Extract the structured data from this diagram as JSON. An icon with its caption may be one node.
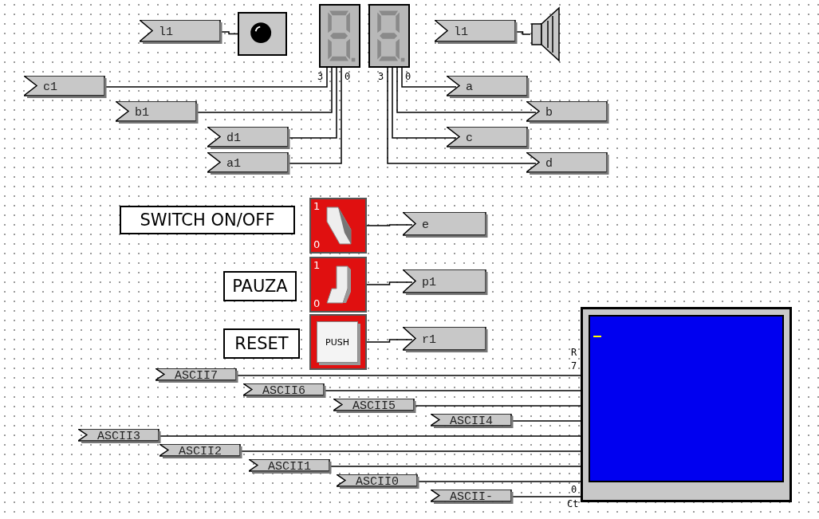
{
  "diagram": {
    "nodes": [
      {
        "text": [
          "l1"
        ]
      },
      {
        "text": [],
        "shape": "circle"
      },
      {
        "text": [],
        "shape": "picture"
      },
      {
        "text": [],
        "shape": "picture"
      },
      {
        "text": [
          "l1"
        ]
      },
      {
        "text": [],
        "shape": "picture"
      },
      {
        "text": [
          "c1"
        ]
      },
      {
        "text": [
          "b1"
        ]
      },
      {
        "text": [
          "d1"
        ]
      },
      {
        "text": [
          "a1"
        ]
      },
      {
        "text": [
          "a"
        ]
      },
      {
        "text": [
          "b"
        ]
      },
      {
        "text": [
          "c"
        ]
      },
      {
        "text": [
          "d"
        ]
      },
      {
        "text": [
          "SWITCH ON/OFF"
        ]
      },
      {
        "text": [
          "1",
          "0"
        ]
      },
      {
        "text": [
          "e"
        ]
      },
      {
        "text": [
          "PAUZA"
        ]
      },
      {
        "text": [
          "1",
          "0"
        ]
      },
      {
        "text": [
          "p1"
        ]
      },
      {
        "text": [
          "RESET"
        ]
      },
      {
        "text": [
          "PUSH"
        ]
      },
      {
        "text": [
          "r1"
        ]
      },
      {
        "text": [
          "ASCII7"
        ]
      },
      {
        "text": [
          "ASCII6"
        ]
      },
      {
        "text": [
          "ASCII5"
        ]
      },
      {
        "text": [
          "ASCII4"
        ]
      },
      {
        "text": [
          "ASCII3"
        ]
      },
      {
        "text": [
          "ASCII2"
        ]
      },
      {
        "text": [
          "ASCII1"
        ]
      },
      {
        "text": [
          "ASCII0"
        ]
      },
      {
        "text": [
          "ASCII-"
        ]
      },
      {
        "text": [],
        "shape": "picture"
      }
    ],
    "edges": [
      {
        "from": 0,
        "to": 1,
        "arrow": "none"
      },
      {
        "from": 4,
        "to": 5,
        "arrow": "none"
      },
      {
        "from": 6,
        "to": 2,
        "arrow": "none"
      },
      {
        "from": 7,
        "to": 2,
        "arrow": "none"
      },
      {
        "from": 8,
        "to": 2,
        "arrow": "none"
      },
      {
        "from": 9,
        "to": 2,
        "arrow": "none"
      },
      {
        "from": 10,
        "to": 3,
        "arrow": "none"
      },
      {
        "from": 11,
        "to": 3,
        "arrow": "none"
      },
      {
        "from": 12,
        "to": 3,
        "arrow": "none"
      },
      {
        "from": 13,
        "to": 3,
        "arrow": "none"
      },
      {
        "from": 15,
        "to": 16,
        "arrow": "none"
      },
      {
        "from": 18,
        "to": 19,
        "arrow": "none"
      },
      {
        "from": 21,
        "to": 22,
        "arrow": "none"
      },
      {
        "from": 23,
        "to": 32,
        "arrow": "none"
      },
      {
        "from": 24,
        "to": 32,
        "arrow": "none"
      },
      {
        "from": 25,
        "to": 32,
        "arrow": "none"
      },
      {
        "from": 26,
        "to": 32,
        "arrow": "none"
      },
      {
        "from": 27,
        "to": 32,
        "arrow": "none"
      },
      {
        "from": 28,
        "to": 32,
        "arrow": "none"
      },
      {
        "from": 29,
        "to": 32,
        "arrow": "none"
      },
      {
        "from": 30,
        "to": 32,
        "arrow": "none"
      },
      {
        "from": 31,
        "to": 32,
        "arrow": "none"
      }
    ],
    "labels": [
      "3",
      "0",
      "3",
      "0",
      "R",
      "7",
      "0",
      "Ct"
    ]
  }
}
